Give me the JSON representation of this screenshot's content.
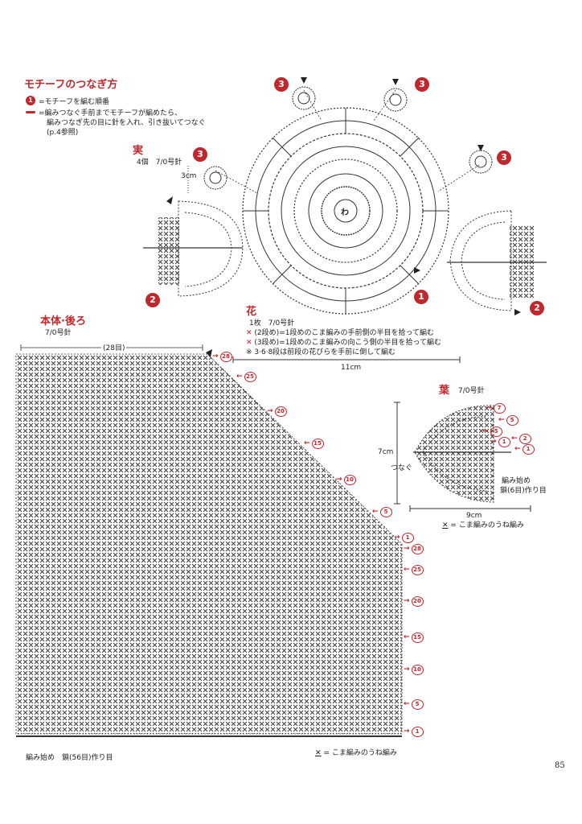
{
  "joining": {
    "title": "モチーフのつなぎ方",
    "legend_1_mark": "1",
    "legend_1_text": "=モチーフを編む順番",
    "legend_2_text_a": "=編みつなぐ手前までモチーフが編めたら、",
    "legend_2_text_b": "編みつなぎ先の目に針を入れ、引き抜いてつなぐ",
    "legend_2_text_c": "(p.4参照)"
  },
  "fruit": {
    "title": "実",
    "detail": "4個　7/0号針",
    "size": "3cm",
    "badge": "3"
  },
  "flower": {
    "title": "花",
    "detail": "1枚　7/0号針",
    "note_1": "(2段め)=1段めのこま編みの手前側の半目を拾って編む",
    "note_2": "(3段め)=1段めのこま編みの向こう側の半目を拾って編む",
    "note_3": "※ 3·6·8段は前段の花びらを手前に倒して編む",
    "size": "11cm",
    "badge": "1",
    "center_label": "わ"
  },
  "leaf": {
    "title": "葉",
    "detail": "7/0号針",
    "height": "7cm",
    "width": "9cm",
    "join_label": "つなぐ",
    "start_label_a": "編み始め",
    "start_label_b": "鎖(6目)作り目",
    "symbol_note": "= こま編みのうね編み",
    "badge": "2",
    "rows": [
      "7",
      "5",
      "5",
      "1",
      "2",
      "1"
    ]
  },
  "body": {
    "title": "本体·後ろ",
    "detail": "7/0号針",
    "top_count": "(28目)",
    "start_label": "編み始め　鎖(56目)作り目",
    "symbol_note": "= こま編みのうね編み",
    "top_rows": [
      "28",
      "25",
      "20",
      "15",
      "10",
      "5",
      "1"
    ],
    "side_rows": [
      "28",
      "25",
      "20",
      "15",
      "10",
      "5",
      "1"
    ]
  },
  "page_number": "85",
  "colors": {
    "accent": "#c0282d",
    "ink": "#222222",
    "guide": "#666666"
  }
}
